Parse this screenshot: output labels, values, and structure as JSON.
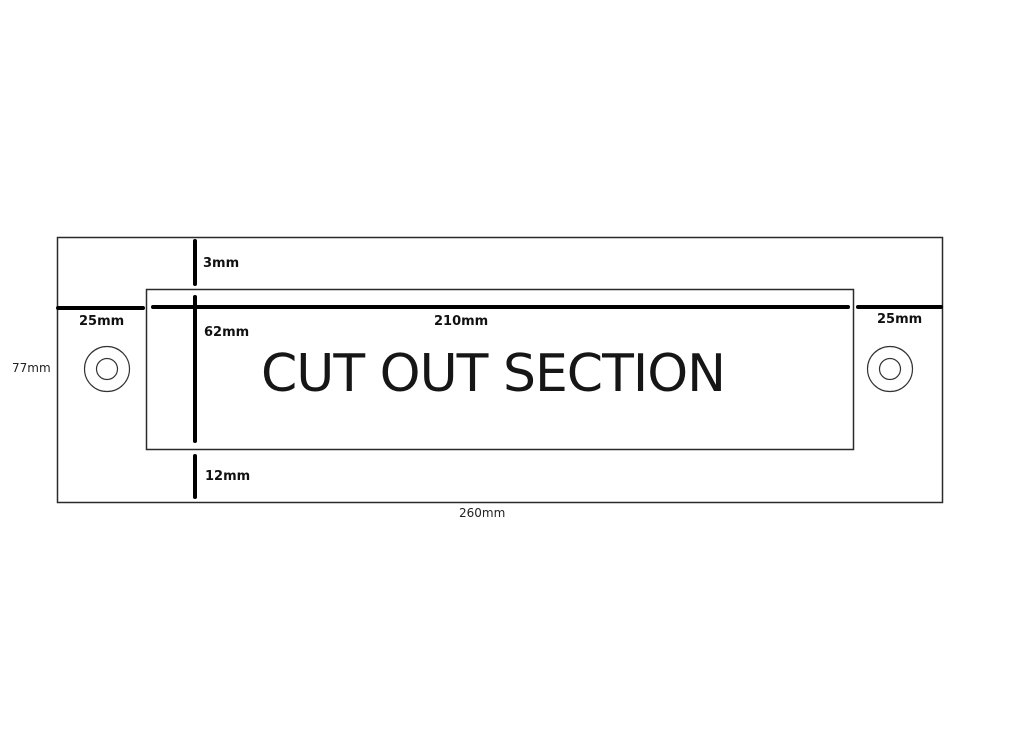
{
  "diagram": {
    "title_text": "CUT OUT SECTION",
    "colors": {
      "line": "#000000",
      "outline": "#2a2a2a",
      "text": "#111111",
      "background": "#ffffff"
    },
    "outer_plate": {
      "width_label": "260mm",
      "height_label": "77mm"
    },
    "cut_out": {
      "width_label": "210mm",
      "height_label": "62mm"
    },
    "margins": {
      "top_label": "3mm",
      "bottom_label": "12mm",
      "left_label": "25mm",
      "right_label": "25mm"
    },
    "mounting_holes": [
      {
        "position": "left",
        "icon": "concentric-circle-hole"
      },
      {
        "position": "right",
        "icon": "concentric-circle-hole"
      }
    ]
  }
}
